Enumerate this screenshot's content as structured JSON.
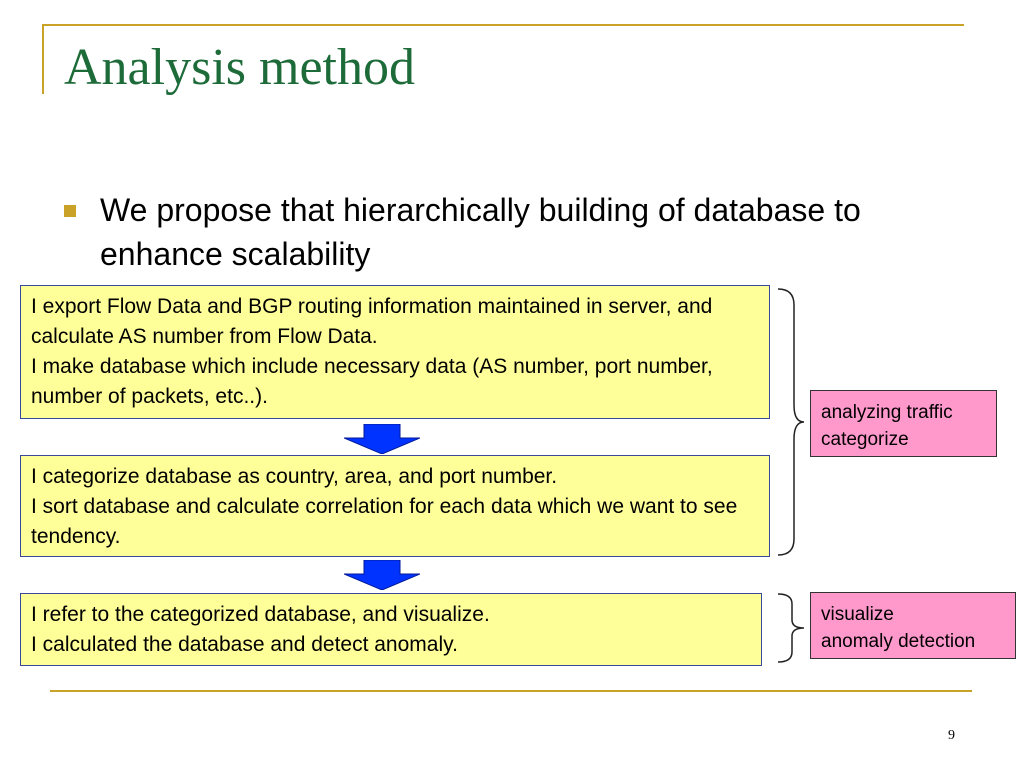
{
  "slide": {
    "title": "Analysis method",
    "bullet": "We propose that hierarchically building of database to enhance scalability",
    "steps": [
      {
        "lines": [
          "I export Flow Data and BGP routing information maintained in server, and calculate AS number from Flow Data.",
          "I make database which include necessary data (AS number, port number, number of packets, etc..)."
        ]
      },
      {
        "lines": [
          "I categorize database as country, area, and port number.",
          "I sort database and calculate correlation for each data which we want to see tendency."
        ]
      },
      {
        "lines": [
          "I refer to the categorized database, and visualize.",
          "I calculated the database and detect anomaly."
        ]
      }
    ],
    "tags": [
      {
        "lines": [
          "analyzing traffic",
          "categorize"
        ]
      },
      {
        "lines": [
          "visualize",
          "anomaly detection"
        ]
      }
    ],
    "page_number": "9",
    "colors": {
      "title": "#1e6b3a",
      "accent_line": "#c9a227",
      "step_fill": "#ffff99",
      "step_border": "#3a4a9a",
      "tag_fill": "#ff99cc",
      "arrow_fill": "#0033ff"
    }
  }
}
